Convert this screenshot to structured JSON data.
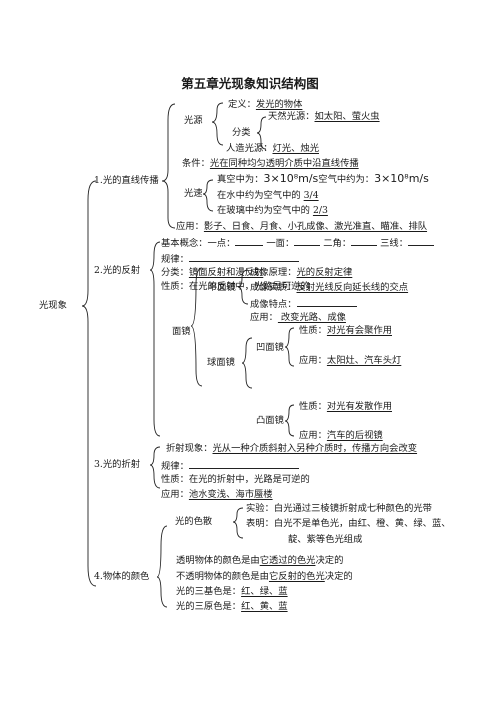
{
  "title": "第五章光现象知识结构图",
  "root": "光现象",
  "s1": {
    "label": "1.光的直线传播",
    "source": "光源",
    "def_k": "定义：",
    "def_v": "发光的物体",
    "cls": "分类",
    "natural_k": "天然光源：",
    "natural_v": "如太阳、萤火虫",
    "artificial_k": "人造光源：",
    "artificial_v": "灯光、烛光",
    "cond_k": "条件：",
    "cond_v": "光在同种均匀透明介质中沿直线传播",
    "speed": "光速",
    "vac_k": "真空中为：",
    "vac_v": "3×10⁸m/s",
    "air_k": "空气中约为：",
    "air_v": "3×10⁸m/s",
    "water_k": "在水中约为空气中的 ",
    "water_v": "3/4",
    "glass_k": "在玻璃中约为空气中的 ",
    "glass_v": "2/3",
    "app_k": "应用：",
    "app_v": "影子、日食、月食、小孔成像、激光准直、瞄准、排队"
  },
  "s2": {
    "label": "2.光的反射",
    "basic": "基本概念：一点：",
    "line1": "一面：",
    "line2": "二角：",
    "line3": "三线：",
    "law": "规律：",
    "cls_k": "分类：",
    "cls_v": "镜面反射和漫反射",
    "prop": "性质：在光的反射中，光路是可逆的",
    "mirror": "面镜",
    "plane": "平面镜",
    "p_principle_k": "成像原理：",
    "p_principle_v": "光的反射定律",
    "p_image_k": "成像实质：",
    "p_image_v": "反射光线反向延长线的交点",
    "p_feature": "成像特点：",
    "p_app_k": "应用：",
    "p_app_v": " 改变光路、成像",
    "sphere": "球面镜",
    "concave": "凹面镜",
    "cc_prop_k": "性质：",
    "cc_prop_v": "对光有会聚作用",
    "cc_app_k": "应用：",
    "cc_app_v": "太阳灶、汽车头灯",
    "convex": "凸面镜",
    "cv_prop_k": "性质：",
    "cv_prop_v": "对光有发散作用",
    "cv_app_k": "应用：",
    "cv_app_v": "汽车的后视镜"
  },
  "s3": {
    "label": "3.光的折射",
    "phen_k": "折射现象：",
    "phen_v": "光从一种介质斜射入另种介质时，传播方向会改变",
    "law": "规律：",
    "prop": "性质：在光的折射中，光路是可逆的",
    "app_k": "应用：",
    "app_v": "池水变浅、海市蜃楼"
  },
  "s4": {
    "label": "4.物体的颜色",
    "disp": "光的色散",
    "exp_k": "实验：",
    "exp_v": "白光通过三棱镜折射成七种颜色的光带",
    "show_k": "表明：",
    "show_v": "白光不是单色光，由红、橙、黄、绿、蓝、",
    "show_v2": "靛、紫等色光组成",
    "trans_a": "透明物体的颜色是由",
    "trans_u": "它透过的色光",
    "trans_b": "决定的",
    "opaque_a": "不透明物体的颜色是由",
    "opaque_u": "它反射的色光",
    "opaque_b": "决定的",
    "light3_k": "光的三基色是：",
    "light3_v": "红、绿、蓝",
    "pig3_k": "光的三原色是：",
    "pig3_v": "红、黄、蓝"
  }
}
